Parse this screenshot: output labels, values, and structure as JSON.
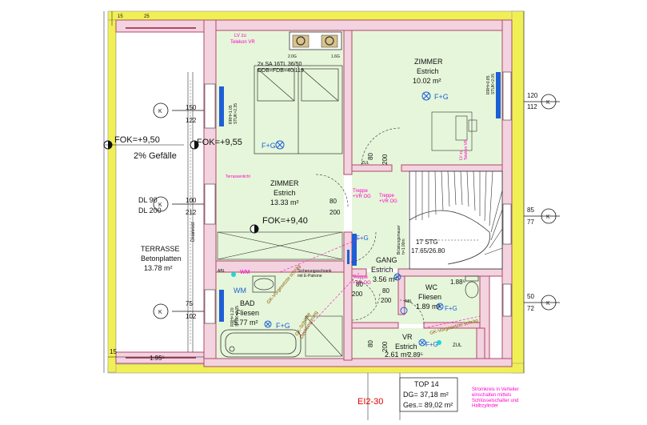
{
  "colors": {
    "wall_fill": "#f2d3df",
    "wall_outline": "#b04a6a",
    "room_fill": "#e6f6da",
    "terrace_fill": "#ffffff",
    "insulation": "#f0f055",
    "magenta": "#ff00cc",
    "blue_device": "#1d5fd6",
    "red_label": "#e00000",
    "green_text": "#2a7f2a",
    "cyan_dot": "#21d6d6"
  },
  "icons": [
    "light-fixture-icon",
    "elevation-marker-icon",
    "section-marker-icon",
    "sink-icon",
    "bathtub-icon",
    "toilet-icon",
    "stove-icon",
    "bed-icon",
    "table-icon",
    "door-swing-icon",
    "staircase-icon"
  ],
  "top_dims": [
    "15",
    "25"
  ],
  "terrace": {
    "fok": "FOK=+9,50",
    "slope": "2% Gefälle",
    "dl_line1": "DL 90",
    "dl_line2": "DL 200",
    "name": "TERRASSE",
    "material": "Betonplatten",
    "area": "13.78 m²",
    "drain": "Drainrost",
    "bottom_dim": "1.95⁵",
    "left_dim": "15"
  },
  "window_dims": {
    "w1_top": "150",
    "w1_bot": "122",
    "w2_top": "100",
    "w2_bot": "212",
    "w3_top": "75",
    "w3_bot": "102",
    "w4_top": "120",
    "w4_bot": "112",
    "w5_top": "85",
    "w5_bot": "77",
    "w6_top": "50",
    "w6_bot": "72"
  },
  "section_marker": "K",
  "bedroom": {
    "lv_line1": "LV zu",
    "lv_line2": "Telekon VR",
    "sa_line1": "2x SA 16TL 36/50",
    "sa_line2": "DDB=FDB=40/119",
    "name": "ZIMMER",
    "floor": "Estrich",
    "area": "13.33 m²",
    "fg": "F+G",
    "fok_top": "FOK=+9,55",
    "fok_bottom": "FOK=+9,40",
    "rrh": "RRH=1.05\nSTUK=2.35",
    "small_top_left": "2.0G",
    "small_top_right": "1.6G",
    "terrace_light": "Terrassenlicht"
  },
  "room2": {
    "name": "ZIMMER",
    "floor": "Estrich",
    "area": "10.02 m²",
    "fg": "F+G",
    "lv": "LV zu\nTelekon VR",
    "rrh": "RRH=0.85\nSTUK=2.05",
    "dim_80": "80",
    "dim_200": "200",
    "zul": "ZUL"
  },
  "hall": {
    "name": "GANG",
    "floor": "Estrich",
    "area": "3.56 m²",
    "fg": "F+G",
    "dim_80": "80",
    "dim_200": "200",
    "stair_label": "17 STG",
    "stair_dims": "17.65/26.80",
    "stair_note": "Brüstungsmauer\nh=1.00m",
    "treppe1": "Treppe\n+VR OG",
    "treppe2": "Treppe\n+VR OG",
    "treppe3": "Treppe\n+VR OG"
  },
  "bath": {
    "name": "BAD",
    "floor": "Fliesen",
    "area": "5.77 m²",
    "fg": "F+G",
    "wm1": "WM",
    "wm2": "WM",
    "abl": "ABL",
    "rrh": "RRH=1.20\nSTUK=2.35",
    "cabinet": "Sicherungsschrank\nmit E-Patrone",
    "note1": "GK-Vorgesetzte schräg",
    "note2": "GK-Schürze\nDeckensprung"
  },
  "wc": {
    "name": "WC",
    "floor": "Fliesen",
    "area": "1.89 m²",
    "dim": "1.88⁵",
    "fg": "F+G",
    "abl": "ABL",
    "dim_80": "80",
    "dim_200": "200"
  },
  "vr": {
    "name": "VR",
    "floor": "Estrich",
    "area": "2.61 m²",
    "dim": "2.89⁵",
    "fg": "F+G",
    "zul": "ZUL",
    "dim_80": "80",
    "dim_200": "200",
    "note": "GK-Vorgesetzte schräg"
  },
  "door_label": "EI2-30",
  "summary": {
    "top": "TOP 14",
    "dg": "DG= 37,18 m²",
    "ges": "Ges.= 89,02 m²"
  },
  "note_bottom_right": "Stromkreis in Verteiler\neinschalten mittels\nSchlüsselschalter und\nHalbzylinder"
}
